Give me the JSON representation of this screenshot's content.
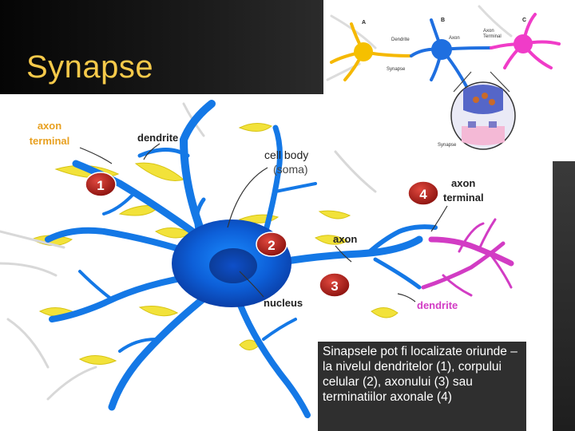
{
  "slide": {
    "title": "Synapse",
    "caption": "Sinapsele pot fi localizate oriunde – la nivelul dendritelor (1), corpului celular (2), axonului (3) sau terminatiilor axonale (4)"
  },
  "diagram": {
    "labels": {
      "axon_terminal_left_1": "axon",
      "axon_terminal_left_2": "terminal",
      "dendrite_top": "dendrite",
      "cell_body": "cell body",
      "soma": "(soma)",
      "axon_terminal_right_1": "axon",
      "axon_terminal_right_2": "terminal",
      "axon": "axon",
      "nucleus": "nucleus",
      "dendrite_bottom": "dendrite"
    },
    "markers": [
      "1",
      "2",
      "3",
      "4"
    ],
    "inset": {
      "label_a": "A",
      "label_b": "B",
      "label_c": "C",
      "dendrite": "Dendrite",
      "axon": "Axon",
      "axon_terminal_1": "Axon",
      "axon_terminal_2": "Terminal",
      "synapse_1": "Synapse",
      "synapse_2": "Synapse"
    }
  }
}
